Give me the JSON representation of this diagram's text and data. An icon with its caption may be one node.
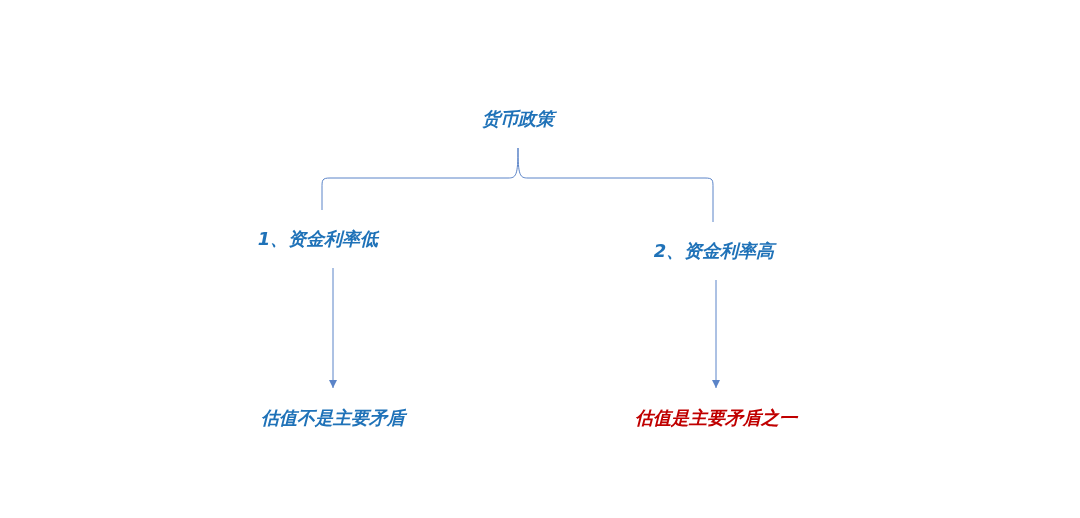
{
  "diagram": {
    "nodes": [
      {
        "text": [
          "货币政策"
        ]
      },
      {
        "text": [
          "1、资金利率低"
        ]
      },
      {
        "text": [
          "2、资金利率高"
        ]
      },
      {
        "text": [
          "估值不是主要矛盾"
        ]
      },
      {
        "text": [
          "估值是主要矛盾之一"
        ]
      }
    ],
    "edges": [
      {
        "from": 0,
        "to": 1,
        "arrow": "none"
      },
      {
        "from": 0,
        "to": 2,
        "arrow": "none"
      },
      {
        "from": 1,
        "to": 3,
        "arrow": "to"
      },
      {
        "from": 2,
        "to": 4,
        "arrow": "to"
      }
    ]
  }
}
